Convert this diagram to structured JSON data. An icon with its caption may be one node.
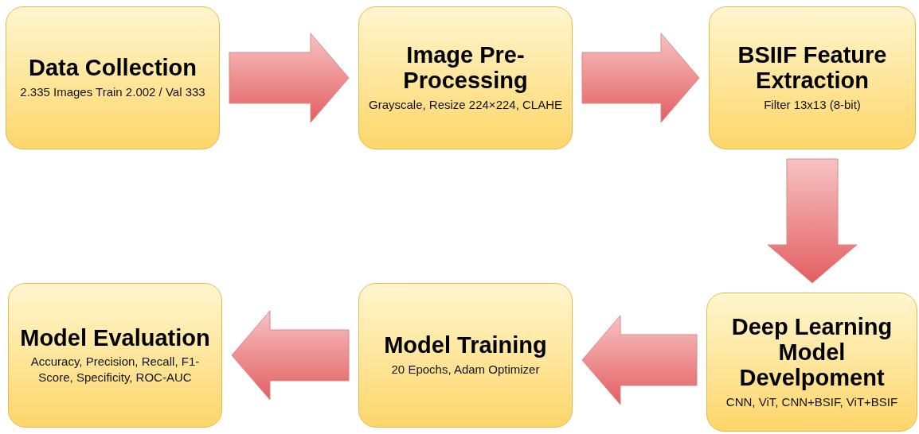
{
  "diagram": {
    "nodes": [
      {
        "text": [
          "Data Collection",
          "2.335 Images Train 2.002 / Val 333"
        ]
      },
      {
        "text": [
          "Image Pre-Processing",
          "Grayscale, Resize 224×224, CLAHE"
        ]
      },
      {
        "text": [
          "BSIIF Feature Extraction",
          "Filter 13x13 (8-bit)"
        ]
      },
      {
        "text": [
          "Deep Learning Model Develpoment",
          "CNN, ViT, CNN+BSIF, ViT+BSIF"
        ]
      },
      {
        "text": [
          "Model Training",
          "20 Epochs, Adam Optimizer"
        ]
      },
      {
        "text": [
          "Model Evaluation",
          "Accuracy, Precision, Recall, F1-Score, Specificity, ROC-AUC"
        ]
      }
    ],
    "edges": [
      {
        "from": 0,
        "to": 1,
        "arrow": "to"
      },
      {
        "from": 1,
        "to": 2,
        "arrow": "to"
      },
      {
        "from": 2,
        "to": 3,
        "arrow": "to"
      },
      {
        "from": 3,
        "to": 4,
        "arrow": "to"
      },
      {
        "from": 4,
        "to": 5,
        "arrow": "to"
      }
    ]
  }
}
